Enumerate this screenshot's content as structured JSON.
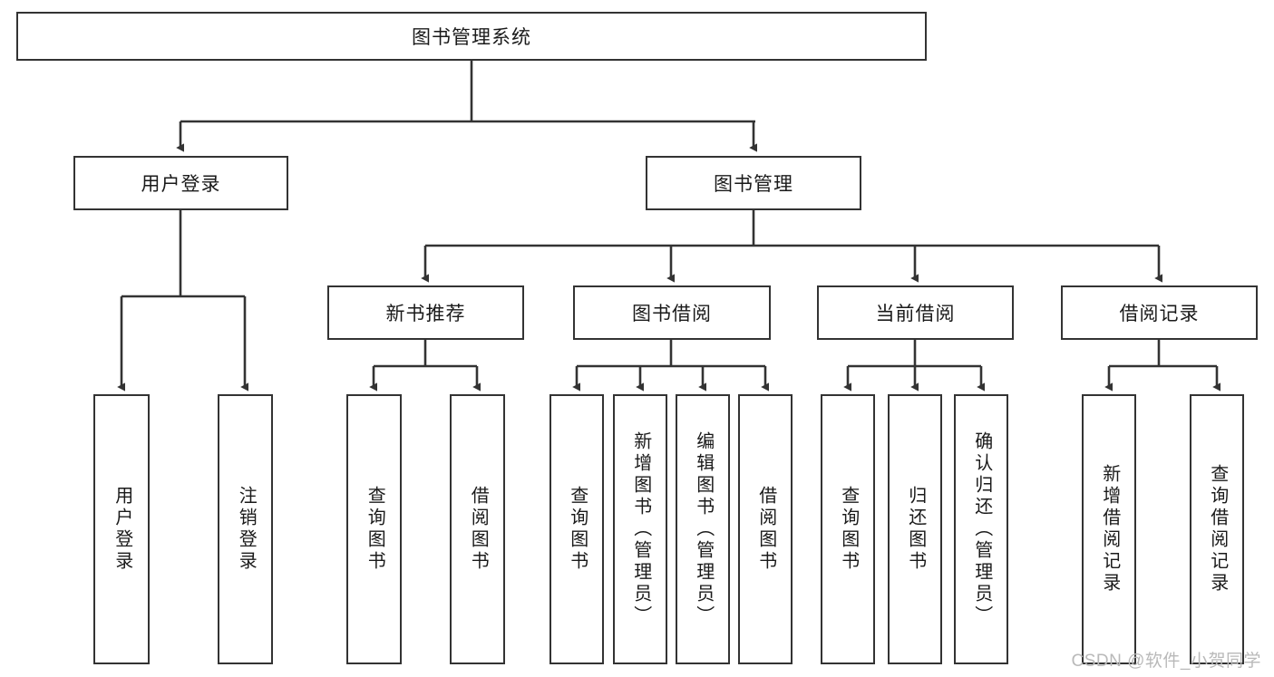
{
  "diagram": {
    "type": "tree-hierarchy",
    "title_node": {
      "id": "root",
      "label": "图书管理系统"
    },
    "level2": [
      {
        "id": "login",
        "label": "用户登录"
      },
      {
        "id": "bookmgmt",
        "label": "图书管理"
      }
    ],
    "level3": [
      {
        "id": "newbook",
        "label": "新书推荐",
        "parent": "bookmgmt"
      },
      {
        "id": "borrow",
        "label": "图书借阅",
        "parent": "bookmgmt"
      },
      {
        "id": "current",
        "label": "当前借阅",
        "parent": "bookmgmt"
      },
      {
        "id": "records",
        "label": "借阅记录",
        "parent": "bookmgmt"
      }
    ],
    "leaves": {
      "login": [
        {
          "id": "leaf-user-login",
          "label": "用户登录"
        },
        {
          "id": "leaf-logout",
          "label": "注销登录"
        }
      ],
      "newbook": [
        {
          "id": "leaf-query-book-1",
          "label": "查询图书"
        },
        {
          "id": "leaf-borrow-book-1",
          "label": "借阅图书"
        }
      ],
      "borrow": [
        {
          "id": "leaf-query-book-2",
          "label": "查询图书"
        },
        {
          "id": "leaf-add-book",
          "label": "新增图书（管理员）"
        },
        {
          "id": "leaf-edit-book",
          "label": "编辑图书（管理员）"
        },
        {
          "id": "leaf-borrow-book-2",
          "label": "借阅图书"
        }
      ],
      "current": [
        {
          "id": "leaf-query-book-3",
          "label": "查询图书"
        },
        {
          "id": "leaf-return-book",
          "label": "归还图书"
        },
        {
          "id": "leaf-confirm-return",
          "label": "确认归还（管理员）"
        }
      ],
      "records": [
        {
          "id": "leaf-add-record",
          "label": "新增借阅记录"
        },
        {
          "id": "leaf-query-record",
          "label": "查询借阅记录"
        }
      ]
    }
  },
  "watermark": {
    "text": "CSDN @软件_小贺同学"
  },
  "colors": {
    "stroke": "#333333",
    "background": "#ffffff",
    "text": "#1a1a1a",
    "watermark": "#b9b9b9"
  }
}
